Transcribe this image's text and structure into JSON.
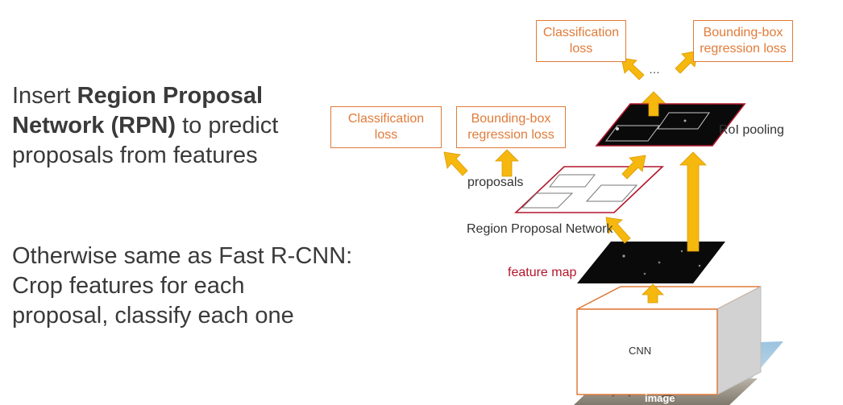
{
  "left_text": {
    "line1_prefix": "Insert ",
    "line1_bold": "Region Proposal",
    "line2_bold": "Network (RPN)",
    "line2_rest": " to predict",
    "line3": "proposals from features",
    "para2_line1": "Otherwise same as Fast R-CNN:",
    "para2_line2": "Crop features for each",
    "para2_line3": "proposal, classify each one"
  },
  "diagram": {
    "top_left_box": [
      "Classification",
      "loss"
    ],
    "top_right_box": [
      "Bounding-box",
      "regression loss"
    ],
    "mid_left_box": [
      "Classification",
      "loss"
    ],
    "mid_right_box": [
      "Bounding-box",
      "regression loss"
    ],
    "ellipsis": "…",
    "roi_pooling": "RoI pooling",
    "proposals": "proposals",
    "rpn": "Region Proposal Network",
    "feature_map": "feature map",
    "cnn": "CNN",
    "image": "image"
  },
  "colors": {
    "orange_box": "#e07b39",
    "arrow_fill": "#f6b80f",
    "red_outline": "#b2162b"
  }
}
